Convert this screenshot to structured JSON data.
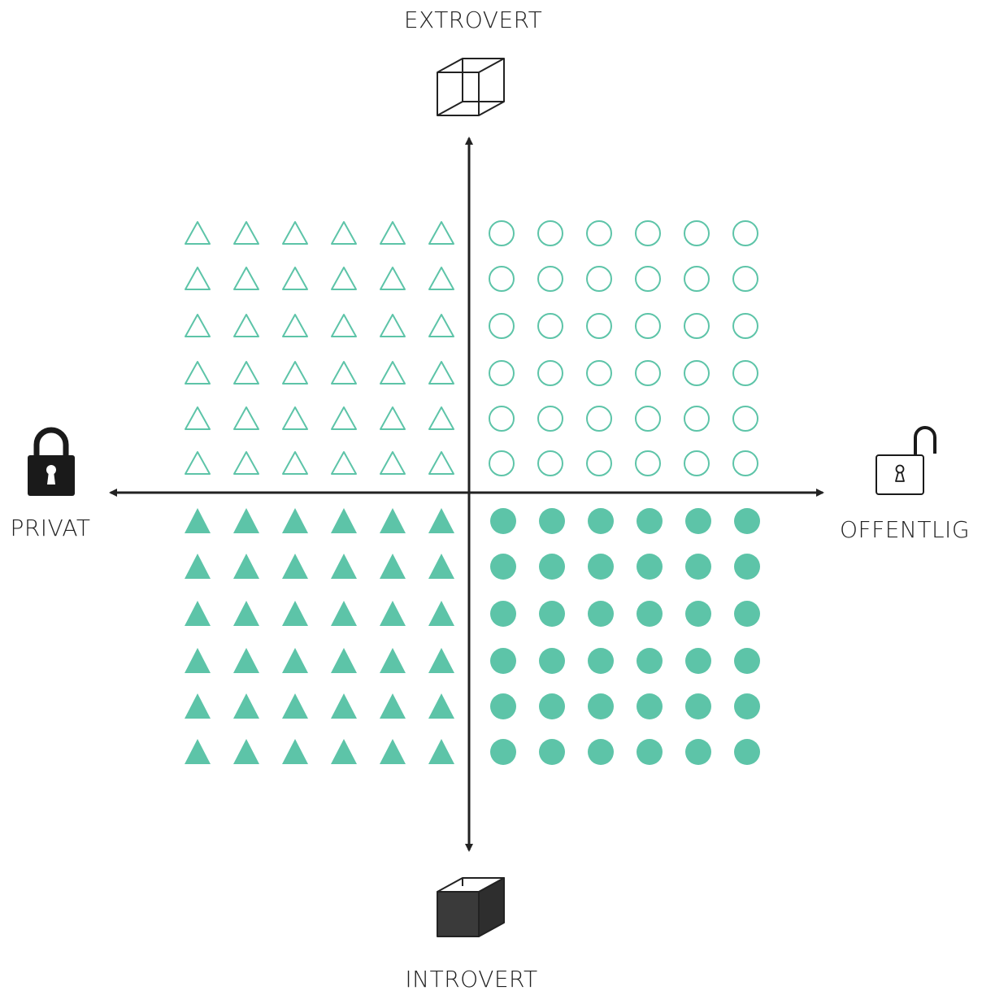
{
  "labels": {
    "top": "EXTROVERT",
    "bottom": "INTROVERT",
    "left": "PRIVAT",
    "right": "OFFENTLIG"
  },
  "icons": {
    "top": "wireframe-cube-icon",
    "bottom": "open-dark-box-icon",
    "left": "closed-padlock-icon",
    "right": "open-padlock-icon"
  },
  "colors": {
    "accent": "#5DC4A8",
    "axis": "#222222",
    "dark_box": "#3A3A3A"
  },
  "quadrants": [
    {
      "name": "privat-extrovert",
      "shape": "triangle",
      "filled": false,
      "rows": 6,
      "cols": 6
    },
    {
      "name": "offentlig-extrovert",
      "shape": "circle",
      "filled": false,
      "rows": 6,
      "cols": 6
    },
    {
      "name": "privat-introvert",
      "shape": "triangle",
      "filled": true,
      "rows": 6,
      "cols": 6
    },
    {
      "name": "offentlig-introvert",
      "shape": "circle",
      "filled": true,
      "rows": 6,
      "cols": 6
    }
  ]
}
